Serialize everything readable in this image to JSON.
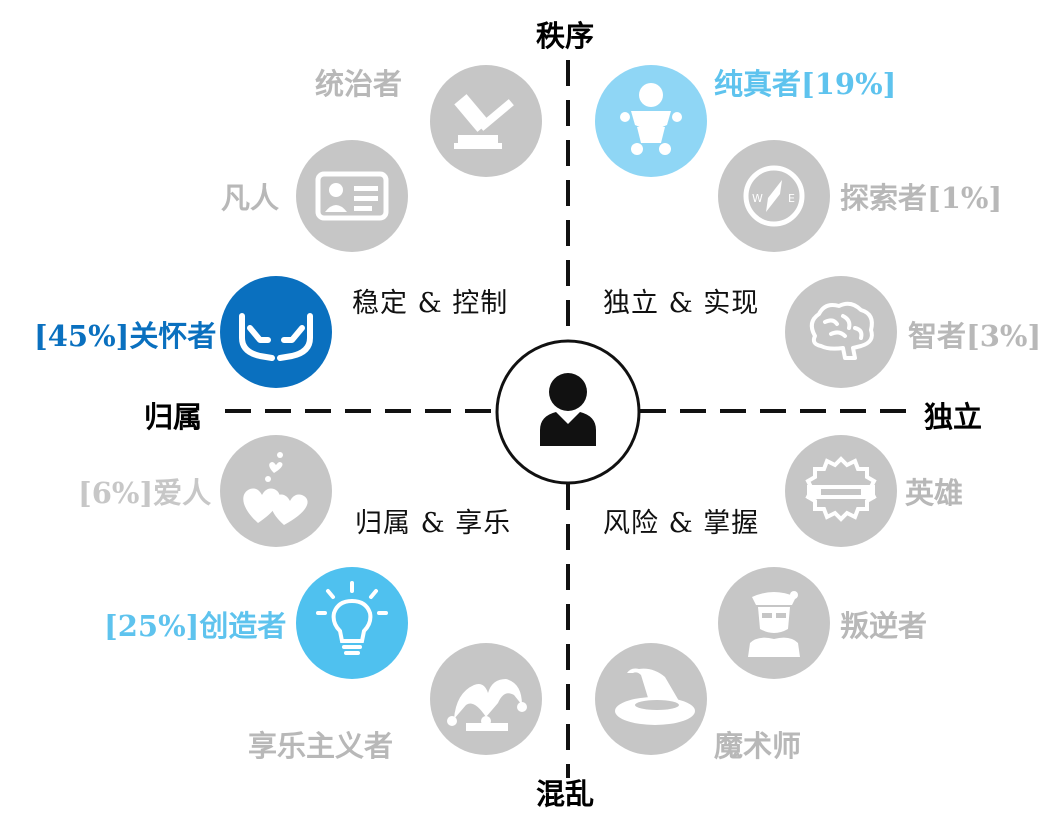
{
  "axes": {
    "top": "秩序",
    "bottom": "混乱",
    "left": "归属",
    "right": "独立"
  },
  "quadrants": {
    "top_left": "稳定 & 控制",
    "top_right": "独立 & 实现",
    "bottom_left": "归属 & 享乐",
    "bottom_right": "风险 & 掌握"
  },
  "archetypes": {
    "ruler": "统治者",
    "everyman": "凡人",
    "caregiver": "[45%]关怀者",
    "lover": "[6%]爱人",
    "creator": "[25%]创造者",
    "jester": "享乐主义者",
    "innocent": "纯真者[19%]",
    "explorer": "探索者[1%]",
    "sage": "智者[3%]",
    "hero": "英雄",
    "outlaw": "叛逆者",
    "magician": "魔术师"
  },
  "colors": {
    "inactive": "#c6c6c6",
    "caregiver": "#0a70bf",
    "innocent": "#8fd6f5",
    "creator": "#4fc1ef",
    "axis_line": "#111111"
  },
  "icons": {
    "center": "person-icon",
    "ruler": "gavel-icon",
    "everyman": "id-card-icon",
    "caregiver": "caring-hands-icon",
    "lover": "hearts-icon",
    "creator": "lightbulb-icon",
    "jester": "jester-hat-icon",
    "innocent": "baby-icon",
    "explorer": "compass-icon",
    "sage": "brain-icon",
    "hero": "badge-icon",
    "outlaw": "outlaw-icon",
    "magician": "wizard-hat-icon"
  }
}
